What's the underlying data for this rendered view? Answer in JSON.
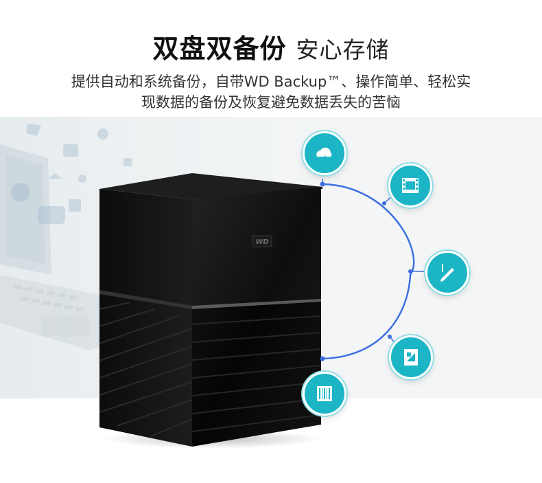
{
  "headline": {
    "bold": "双盘双备份",
    "light": "安心存储"
  },
  "subtitle": {
    "line1": "提供自动和系统备份，自带WD Backup™、操作简单、轻松实",
    "line2": "现数据的备份及恢复避免数据丢失的苦恼"
  },
  "icons": [
    {
      "name": "cloud-backup-icon"
    },
    {
      "name": "video-film-icon"
    },
    {
      "name": "pencil-edit-icon"
    },
    {
      "name": "document-icon"
    },
    {
      "name": "barcode-icon"
    }
  ],
  "colors": {
    "accent": "#1bb5c6",
    "arc": "#3d6fe0",
    "device": "#0b0b0b"
  },
  "logo_text": "WD"
}
